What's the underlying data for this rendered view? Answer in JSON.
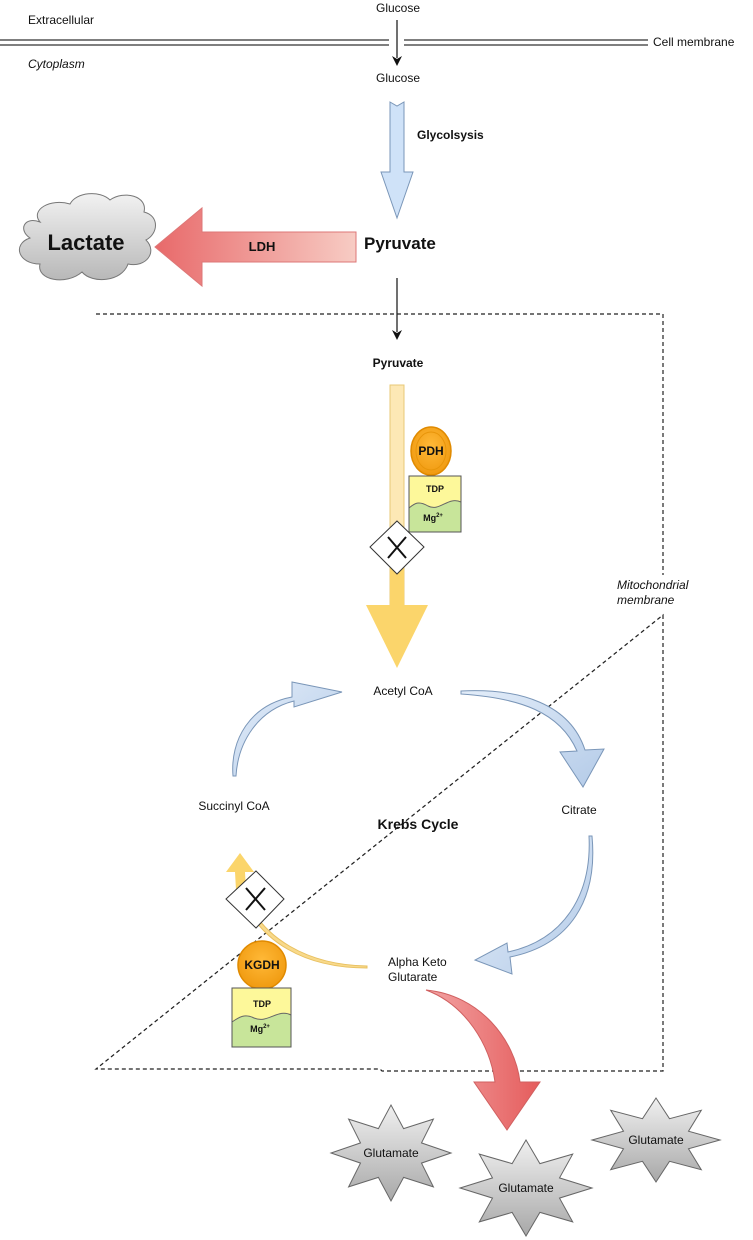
{
  "labels": {
    "extracellular": "Extracellular",
    "cytoplasm": "Cytoplasm",
    "cell_membrane": "Cell membrane",
    "mitochondrial_membrane_line1": "Mitochondrial",
    "mitochondrial_membrane_line2": "membrane"
  },
  "metabolites": {
    "glucose_outside": "Glucose",
    "glucose_inside": "Glucose",
    "pyruvate_cytoplasm": "Pyruvate",
    "lactate": "Lactate",
    "pyruvate_mito": "Pyruvate",
    "acetyl_coa": "Acetyl CoA",
    "citrate": "Citrate",
    "alpha_kg_line1": "Alpha Keto",
    "alpha_kg_line2": "Glutarate",
    "succinyl_coa": "Succinyl CoA",
    "glutamate": [
      "Glutamate",
      "Glutamate",
      "Glutamate"
    ]
  },
  "processes": {
    "glycolysis": "Glycolsysis",
    "ldh": "LDH",
    "krebs": "Krebs Cycle"
  },
  "enzymes": {
    "pdh": {
      "name": "PDH",
      "cofactor1": "TDP",
      "cofactor2_base": "Mg",
      "cofactor2_sup": "2+",
      "blocked": true
    },
    "kgdh": {
      "name": "KGDH",
      "cofactor1": "TDP",
      "cofactor2_base": "Mg",
      "cofactor2_sup": "2+",
      "blocked": true
    }
  },
  "colors": {
    "glycolysis_arrow": "#cfe2f8",
    "krebs_arrows": "#c2d6ee",
    "ldh_arrow_dark": "#e8696a",
    "ldh_arrow_light": "#f6c9c2",
    "pdh_path": "#fbd56b",
    "enzyme_orange": "#f5a623",
    "cofactor_yellow": "#fdf89a",
    "cofactor_green": "#c8e59a",
    "glutamate_gray": "#d0d0d0"
  }
}
